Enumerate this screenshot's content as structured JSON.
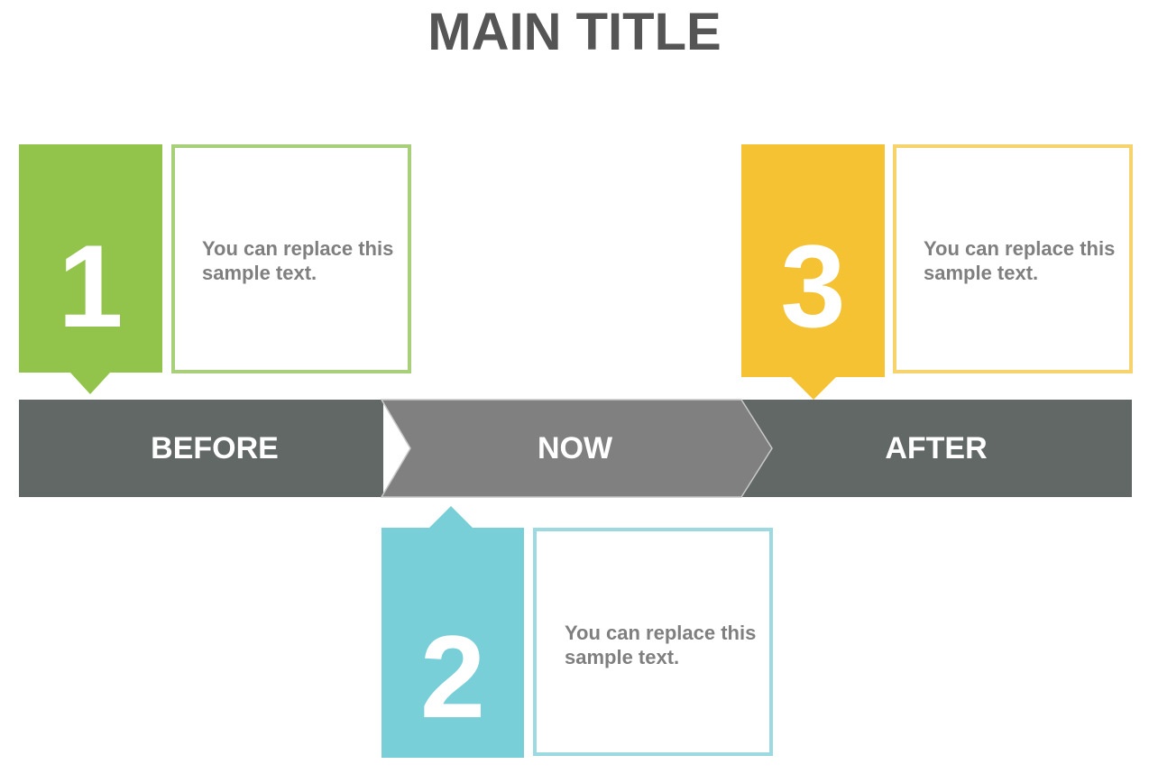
{
  "title": "MAIN TITLE",
  "stages": [
    {
      "label": "BEFORE"
    },
    {
      "label": "NOW"
    },
    {
      "label": "AFTER"
    }
  ],
  "steps": [
    {
      "number": "1",
      "text": "You can replace this sample text.",
      "color": "#92c34a",
      "border_color": "#a8d07a"
    },
    {
      "number": "2",
      "text": "You can replace this sample text.",
      "color": "#78cfd8",
      "border_color": "#9dd9e0"
    },
    {
      "number": "3",
      "text": "You can replace this sample text.",
      "color": "#f4c233",
      "border_color": "#f6d36c"
    }
  ],
  "colors": {
    "band_dark": "#626866",
    "band_mid": "#808080",
    "title": "#555555",
    "body_text": "#7f7f7f"
  }
}
